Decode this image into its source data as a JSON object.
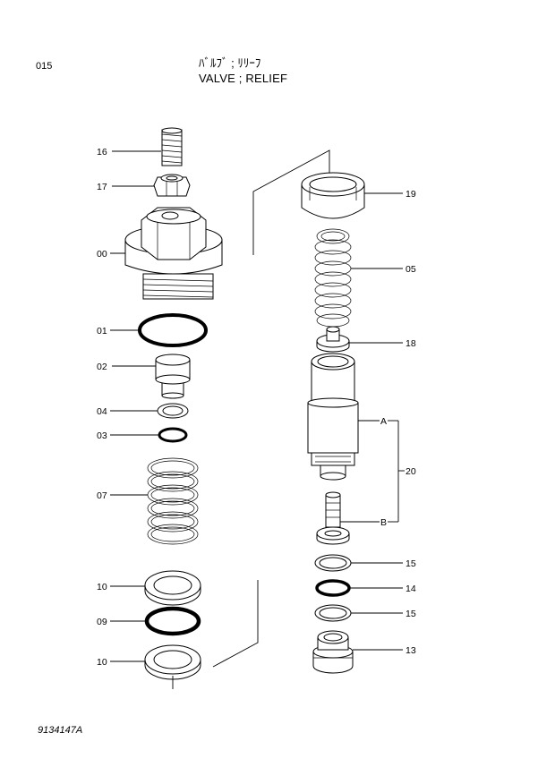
{
  "header": {
    "page_number": "015",
    "title_jp": "ﾊﾞﾙﾌﾞ ; ﾘﾘｰﾌ",
    "title_en": "VALVE ; RELIEF"
  },
  "footer": {
    "drawing_code": "9134147A"
  },
  "callouts": {
    "c16": "16",
    "c17": "17",
    "c00": "00",
    "c01": "01",
    "c02": "02",
    "c04": "04",
    "c03": "03",
    "c07": "07",
    "c10a": "10",
    "c09": "09",
    "c10b": "10",
    "c19": "19",
    "c05": "05",
    "c18": "18",
    "cA": "A",
    "c20": "20",
    "cB": "B",
    "c15a": "15",
    "c14": "14",
    "c15b": "15",
    "c13": "13"
  }
}
